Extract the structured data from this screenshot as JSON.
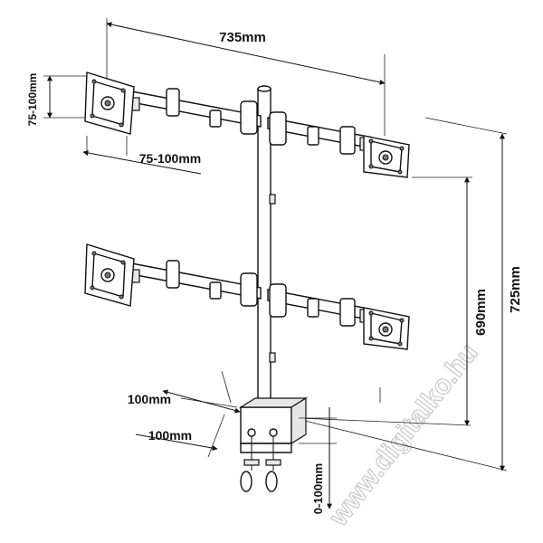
{
  "dimensions": {
    "overall_width": "735mm",
    "vesa_vertical": "75-100mm",
    "vesa_horizontal": "75-100mm",
    "lower_height": "690mm",
    "total_height": "725mm",
    "clamp_depth": "100mm",
    "clamp_width": "100mm",
    "desk_thickness": "0-100mm"
  },
  "watermark": "www.digitalko.hu",
  "colors": {
    "line": "#111111",
    "watermark": "#c8c8c8",
    "fill": "#ffffff"
  }
}
